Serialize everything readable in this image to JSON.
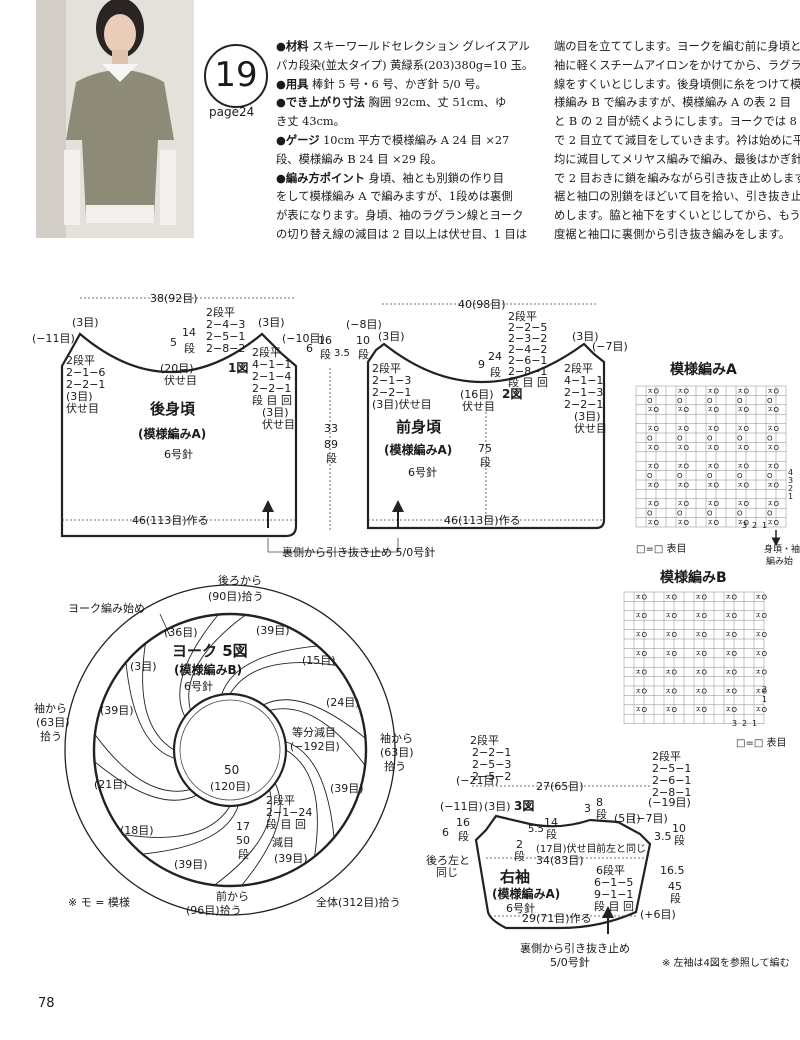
{
  "header": {
    "pattern_number": "19",
    "page_ref": "page24"
  },
  "instructions_col1": [
    {
      "label": "●材料",
      "text": "スキーワールドセレクション グレイスアル"
    },
    {
      "label": "",
      "text": "パカ段染(並太タイプ) 黄緑系(203)380g=10 玉。"
    },
    {
      "label": "●用具",
      "text": "棒針 5 号・6 号、かぎ針 5/0 号。"
    },
    {
      "label": "●でき上がり寸法",
      "text": "胸囲 92cm、丈 51cm、ゆ"
    },
    {
      "label": "",
      "text": "き丈 43cm。"
    },
    {
      "label": "●ゲージ",
      "text": "10cm 平方で模様編み A 24 目 ×27"
    },
    {
      "label": "",
      "text": "段、模様編み B 24 目 ×29 段。"
    },
    {
      "label": "●編み方ポイント",
      "text": "身頃、袖とも別鎖の作り目"
    },
    {
      "label": "",
      "text": "をして模様編み A で編みますが、1段めは裏側"
    },
    {
      "label": "",
      "text": "が表になります。身頃、袖のラグラン線とヨーク"
    },
    {
      "label": "",
      "text": "の切り替え線の減目は 2 目以上は伏せ目、1 目は"
    }
  ],
  "instructions_col2": [
    "端の目を立ててします。ヨークを編む前に身頃と",
    "袖に軽くスチームアイロンをかけてから、ラグラン",
    "線をすくいとじします。後身頃側に糸をつけて模",
    "様編み B で編みますが、模様編み A の表 2 目",
    "と B の 2 目が続くようにします。ヨークでは 8 カ所",
    "で 2 目立てて減目をしていきます。衿は始めに平",
    "均に減目してメリヤス編みで編み、最後はかぎ針",
    "で 2 目おきに鎖を編みながら引き抜き止めします。",
    "裾と袖口の別鎖をほどいて目を拾い、引き抜き止",
    "めします。脇と袖下をすくいとじしてから、もう一",
    "度裾と袖口に裏側から引き抜き編みをします。"
  ],
  "back": {
    "top_width": "38(92目)",
    "left_edge": "(−11目)",
    "left_corner": "(3目)",
    "right_corner": "(3目)",
    "right_edge": "(−10目)",
    "left_dec": [
      "2段平",
      "2−1−6",
      "2−2−1",
      "(3目)",
      "伏せ目"
    ],
    "neck_rows": [
      "2段平",
      "2−4−3",
      "2−5−1",
      "2−8−2"
    ],
    "neck_depth": "5",
    "neck_depth_rows": "14",
    "neck_depth_rows2": "段",
    "center_bo": "(20目)",
    "center_bo2": "伏せ目",
    "fig": "1図",
    "right_dec": [
      "2段平",
      "4−1−1",
      "2−1−4",
      "2−2−1",
      "段 目 回",
      "(3目)",
      "伏せ目"
    ],
    "title": "後身頃",
    "subtitle": "(模様編みA)",
    "needle": "6号針",
    "cast_on": "46(113目)作る",
    "side_6": "6",
    "side_16": "16",
    "side_16b": "段",
    "side_35": "3.5",
    "side_33": "33",
    "side_89": "89",
    "side_89b": "段"
  },
  "front": {
    "top_width": "40(98目)",
    "left_edge": "(−8目)",
    "left_corner": "(3目)",
    "left_10": "10",
    "left_10b": "段",
    "right_corner": "(3目)",
    "right_edge": "(−7目)",
    "left_dec": [
      "2段平",
      "2−1−3",
      "2−2−1",
      "(3目)伏せ目"
    ],
    "neck_rows": [
      "2段平",
      "2−2−5",
      "2−3−2",
      "2−4−2",
      "2−6−1",
      "2−8−1",
      "段 目 回"
    ],
    "neck_9": "9",
    "neck_24": "24",
    "neck_24b": "段",
    "center_bo": "(16目)",
    "center_bo2": "伏せ目",
    "fig": "2図",
    "right_dec": [
      "2段平",
      "4−1−1",
      "2−1−3",
      "2−2−1",
      "(3目)",
      "伏せ目"
    ],
    "title": "前身頃",
    "subtitle": "(模様編みA)",
    "needle": "6号針",
    "rows_75": "75",
    "rows_75b": "段",
    "cast_on": "46(113目)作る",
    "bind_off_note": "裏側から引き抜き止め 5/0号針"
  },
  "chart_a": {
    "title": "模様編みA",
    "row_nums": [
      "4",
      "3",
      "2",
      "1"
    ],
    "col_nums": [
      "3",
      "2",
      "1"
    ],
    "legend": "□=□ 表目",
    "note1": "身頃・袖",
    "note2": "編み始"
  },
  "chart_b": {
    "title": "模様編みB",
    "row_nums": [
      "2",
      "1"
    ],
    "col_nums": [
      "3",
      "2",
      "1"
    ],
    "legend": "□=□ 表目"
  },
  "yoke": {
    "pick_back": "後ろから",
    "pick_back2": "(90目)拾う",
    "yoke_start": "ヨーク編み始め",
    "title": "ヨーク 5図",
    "subtitle": "(模様編みB)",
    "needle": "6号針",
    "s36": "(36目)",
    "s39a": "(39目)",
    "s15": "(15目)",
    "s3": "(3目)",
    "s39b": "(39目)",
    "s24": "(24目)",
    "s21": "(21目)",
    "s39c": "(39目)",
    "s18": "(18目)",
    "s39d": "(39目)",
    "s39e": "(39目)",
    "sleeve_left": [
      "袖から",
      "(63目)",
      "拾う"
    ],
    "sleeve_right": [
      "袖から",
      "(63目)",
      "拾う"
    ],
    "dec_even": "等分減目",
    "dec_even2": "(−192目)",
    "neck_50": "50",
    "neck_120": "(120目)",
    "dec_rows": [
      "2段平",
      "2−1−24",
      "段 目 回"
    ],
    "dec_17": "17",
    "dec_50": "50",
    "dec_50b": "段",
    "dec_label": "減目",
    "front_pick": "前から",
    "front_pick2": "(96目)拾う",
    "total_pick": "全体(312目)拾う",
    "mo_note": "※ モ = 模様"
  },
  "sleeve": {
    "top_left_rows": [
      "2段平",
      "2−2−1",
      "2−5−3",
      "2−5−2"
    ],
    "top_left_edge": "(−21目)",
    "width": "27(65目)",
    "top_right_rows": [
      "2段平",
      "2−5−1",
      "2−6−1",
      "2−8−1"
    ],
    "top_right_edge": "(−19目)",
    "left_11": "(−11目)",
    "left_3": "(3目)",
    "fig": "3図",
    "left_6": "6",
    "left_16": "16",
    "left_16b": "段",
    "v55": "5.5",
    "v14": "14",
    "v14b": "段",
    "v2": "2",
    "v2b": "段",
    "v3": "3",
    "v8": "8",
    "v8b": "段",
    "r5": "(5目)",
    "r7": "(−7目)",
    "r35": "3.5",
    "r10": "10",
    "r10b": "段",
    "bo17": "(17目)伏せ目",
    "front_note": "前左と同じ",
    "back_note": [
      "後ろ左と",
      "同じ"
    ],
    "inner_width": "34(83目)",
    "title": "右袖",
    "subtitle": "(模様編みA)",
    "needle": "6号針",
    "inc_rows": [
      "6段平",
      "6−1−5",
      "9−1−1",
      "段 目 回"
    ],
    "h165": "16.5",
    "h45": "45",
    "h45b": "段",
    "plus6": "(+6目)",
    "cast_on": "29(71目)作る",
    "bind_note": "裏側から引き抜き止め",
    "bind_note2": "5/0号針",
    "left_note": "※ 左袖は4図を参照して編む"
  },
  "footer": {
    "page": "78"
  }
}
